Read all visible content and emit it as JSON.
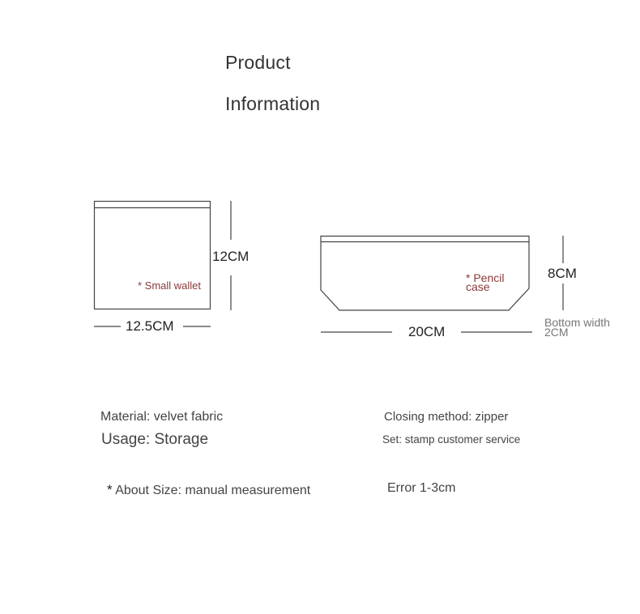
{
  "title": {
    "line1": "Product",
    "line2": "Information"
  },
  "wallet": {
    "label": "* Small wallet",
    "height": "12CM",
    "width": "12.5CM"
  },
  "pencil_case": {
    "label_line1": "* Pencil",
    "label_line2": "case",
    "height": "8CM",
    "width": "20CM",
    "bottom_line1": "Bottom width",
    "bottom_line2": "2CM"
  },
  "specs": {
    "material": "Material: velvet fabric",
    "usage": "Usage: Storage",
    "closing": "Closing method: zipper",
    "set": "Set: stamp customer service",
    "about_size": "About Size: manual measurement",
    "about_size_mark": "*",
    "error": "Error 1-3cm"
  },
  "colors": {
    "text": "#333333",
    "label_red": "#8a3a3a",
    "line": "#333333"
  }
}
